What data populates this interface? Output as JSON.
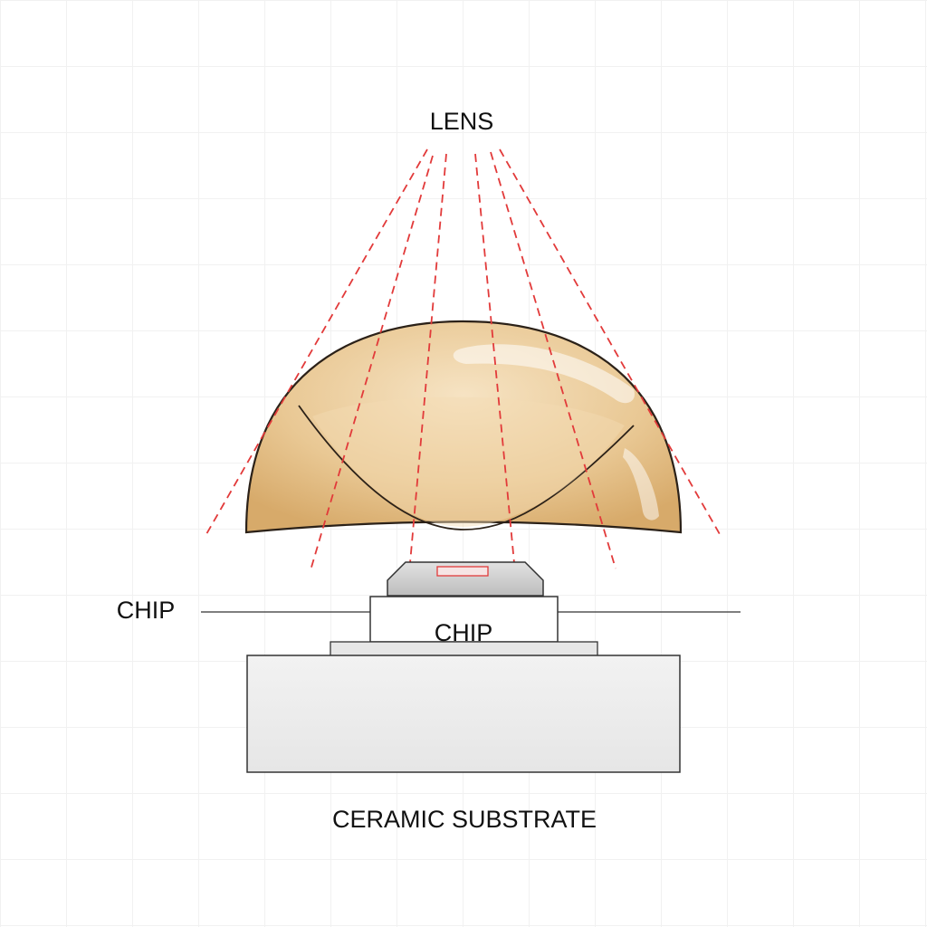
{
  "labels": {
    "lens": "LENS",
    "chip_left": "CHIP",
    "chip_box": "CHIP",
    "substrate": "CERAMIC SUBSTRATE"
  },
  "colors": {
    "lens_fill": "#e9c894",
    "lens_outline": "#2b2118",
    "ray": "#e23a3a",
    "chip_die": "#c9c9c9",
    "substrate": "#ececec",
    "outline": "#333333"
  }
}
